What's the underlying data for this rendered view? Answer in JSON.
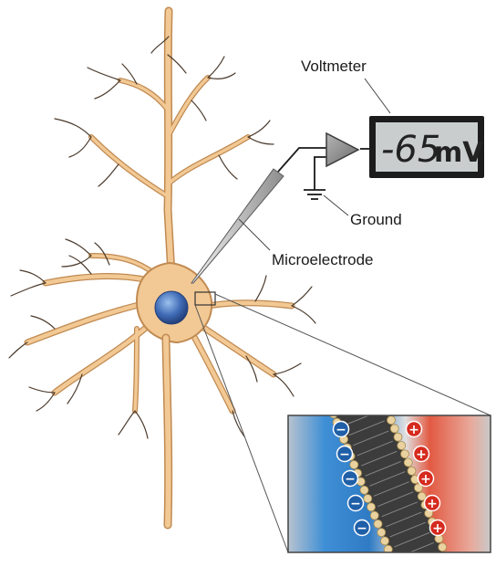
{
  "voltmeter": {
    "label": "Voltmeter",
    "reading": "-65",
    "unit": "mV"
  },
  "labels": {
    "ground": "Ground",
    "microelectrode": "Microelectrode"
  },
  "membrane_inset": {
    "inside_sign": "−",
    "outside_sign": "+"
  },
  "colors": {
    "neuron_fill": "#f2c994",
    "neuron_stroke": "#c08a52",
    "nucleus": "#3f6bb5",
    "inside_blue": "#2f7bc4",
    "outside_red": "#d83b2a",
    "amplifier": "#8a8a8a",
    "lcd_bg": "#c9cdcd"
  }
}
